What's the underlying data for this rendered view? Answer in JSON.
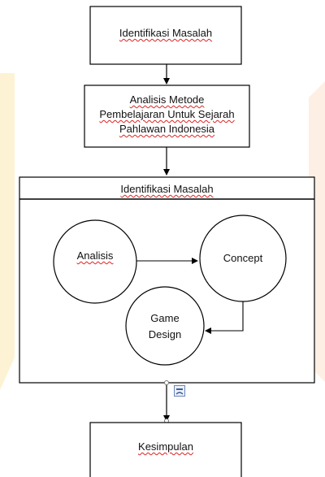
{
  "colors": {
    "stroke": "#000000",
    "background": "#ffffff",
    "spellcheck": "#d22222",
    "watermark": "#f4c33a"
  },
  "nodes": {
    "identifikasi_top": "Identifikasi Masalah",
    "analisis_metode": {
      "line1": "Analisis Metode",
      "line2": "Pembelajaran Untuk Sejarah",
      "line3": "Pahlawan Indonesia"
    },
    "identifikasi_header": "Identifikasi Masalah",
    "analisis": "Analisis",
    "concept": "Concept",
    "game_design": {
      "line1": "Game",
      "line2": "Design"
    },
    "kesimpulan": "Kesimpulan"
  },
  "icons": {
    "layout_anchor": "layout-options-icon"
  }
}
